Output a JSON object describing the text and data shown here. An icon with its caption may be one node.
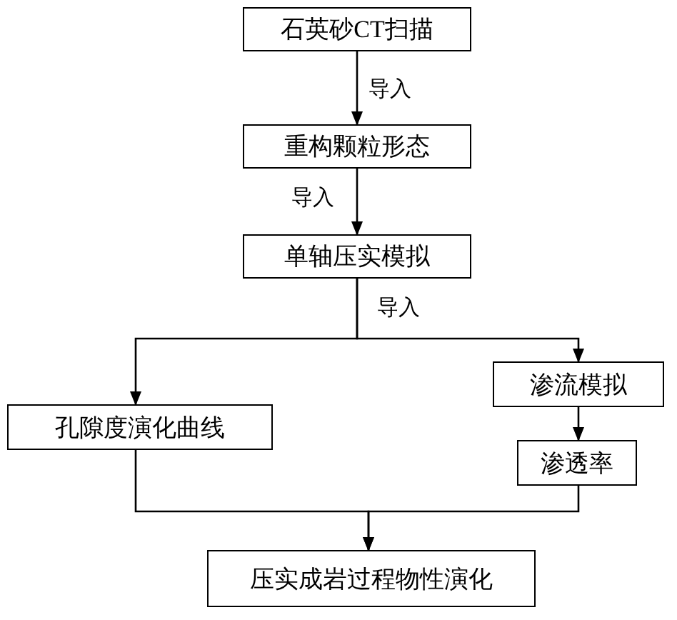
{
  "diagram": {
    "nodes": [
      {
        "text": [
          "石英砂CT扫描"
        ]
      },
      {
        "text": [
          "重构颗粒形态"
        ]
      },
      {
        "text": [
          "单轴压实模拟"
        ]
      },
      {
        "text": [
          "孔隙度演化曲线"
        ]
      },
      {
        "text": [
          "渗流模拟"
        ]
      },
      {
        "text": [
          "渗透率"
        ]
      },
      {
        "text": [
          "压实成岩过程物性演化"
        ]
      }
    ],
    "edges": [
      {
        "from": 0,
        "to": 1,
        "arrow": "to",
        "label": "导入"
      },
      {
        "from": 1,
        "to": 2,
        "arrow": "to",
        "label": "导入"
      },
      {
        "from": 2,
        "to": 3,
        "arrow": "to"
      },
      {
        "from": 2,
        "to": 4,
        "arrow": "to",
        "label": "导入"
      },
      {
        "from": 4,
        "to": 5,
        "arrow": "to"
      },
      {
        "from": 3,
        "to": 6,
        "arrow": "to"
      },
      {
        "from": 5,
        "to": 6,
        "arrow": "to"
      }
    ]
  }
}
